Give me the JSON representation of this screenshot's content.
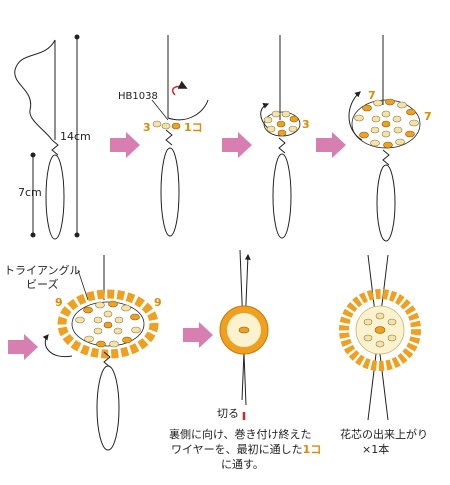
{
  "colors": {
    "arrow": "#d77fb0",
    "accent": "#e08a00",
    "bead_light": "#f3e3a8",
    "bead_orange": "#f0a020",
    "cut_mark": "#e0202a"
  },
  "labels": {
    "length_long": "14cm",
    "length_short": "7cm",
    "part_code": "HB1038",
    "count_3": "3",
    "count_1ko": "1コ",
    "count_7": "7",
    "count_9": "9",
    "triangle_bead_line1": "トライアングル",
    "triangle_bead_line2": "ビーズ",
    "cut": "切る",
    "note_line1": "裏側に向け、巻き付け終えた",
    "note_line2_a": "ワイヤーを、最初に通した",
    "note_line2_b": "1コ",
    "note_line3": "に通す。",
    "result_line1": "花芯の出来上がり",
    "result_line2": "×1本"
  }
}
